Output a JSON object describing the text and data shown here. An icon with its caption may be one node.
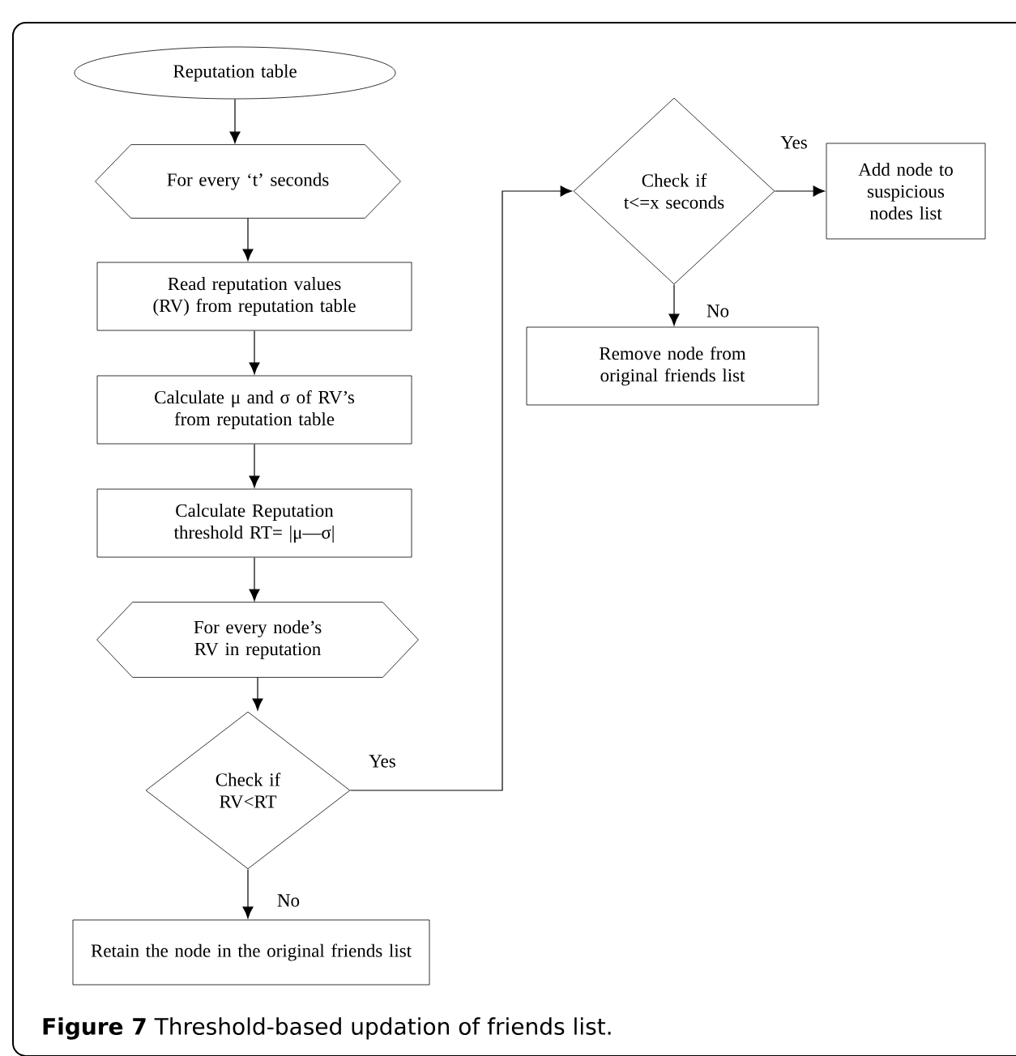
{
  "diagram": {
    "caption": "**Figure 7** Threshold-based updation of friends list.",
    "nodes": [
      {
        "text": [
          "Reputation table"
        ]
      },
      {
        "text": [
          "For every ‘t’ seconds"
        ]
      },
      {
        "text": [
          "Read reputation values (RV) from reputation table"
        ]
      },
      {
        "text": [
          "Calculate μ and σ of RV’s from reputation table"
        ]
      },
      {
        "text": [
          "Calculate Reputation threshold RT= |μ—σ|"
        ]
      },
      {
        "text": [
          "For every node’s RV in reputation"
        ]
      },
      {
        "text": [
          "Check if RV<RT"
        ]
      },
      {
        "text": [
          "Retain the node in the original friends list"
        ]
      },
      {
        "text": [
          "Check if t<=x seconds"
        ]
      },
      {
        "text": [
          "Add node to suspicious nodes list"
        ]
      },
      {
        "text": [
          "Remove node from original friends list"
        ]
      }
    ],
    "edges": [
      {
        "from": 0,
        "to": 1,
        "arrow": "to"
      },
      {
        "from": 1,
        "to": 2,
        "arrow": "to"
      },
      {
        "from": 2,
        "to": 3,
        "arrow": "to"
      },
      {
        "from": 3,
        "to": 4,
        "arrow": "to"
      },
      {
        "from": 4,
        "to": 5,
        "arrow": "to"
      },
      {
        "from": 5,
        "to": 6,
        "arrow": "to"
      },
      {
        "from": 6,
        "to": 7,
        "arrow": "to",
        "label": "No"
      },
      {
        "from": 6,
        "to": 8,
        "arrow": "to",
        "label": "Yes"
      },
      {
        "from": 8,
        "to": 9,
        "arrow": "to",
        "label": "Yes"
      },
      {
        "from": 8,
        "to": 10,
        "arrow": "to",
        "label": "No"
      }
    ]
  }
}
